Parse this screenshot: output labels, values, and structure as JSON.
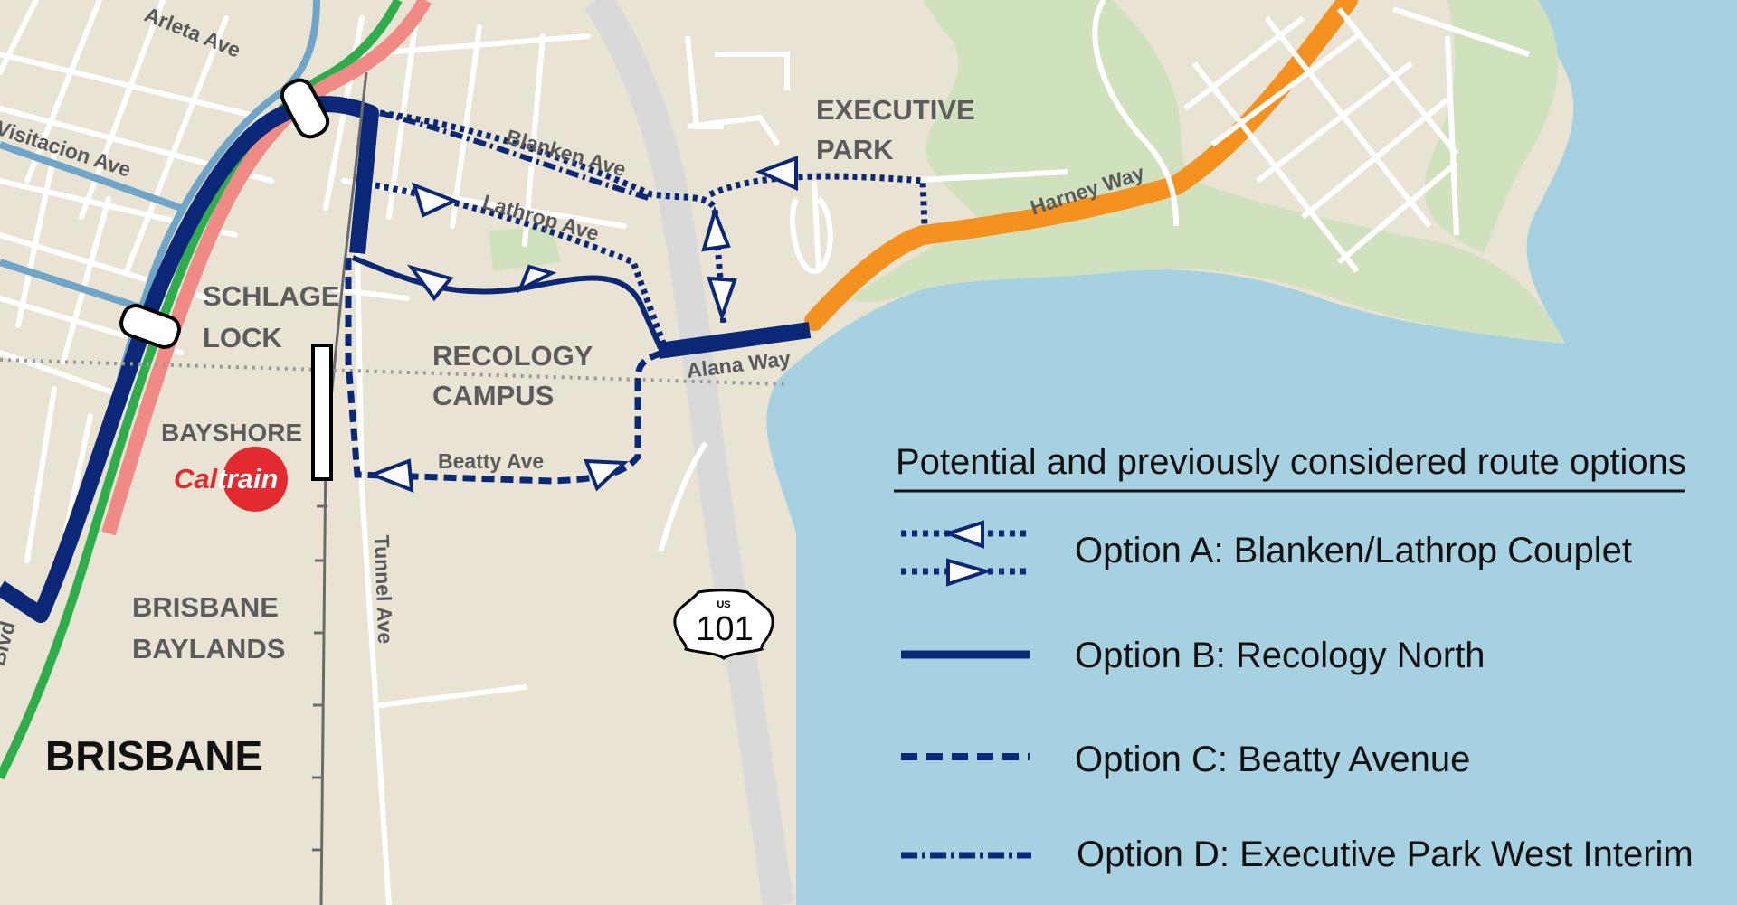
{
  "streets": {
    "arleta": "Arleta Ave",
    "visitacion": "Visitacion Ave",
    "blanken": "Blanken Ave",
    "lathrop": "Lathrop Ave",
    "harney": "Harney Way",
    "alana": "Alana Way",
    "beatty": "Beatty Ave",
    "tunnel": "Tunnel Ave",
    "blvd": "Blvd"
  },
  "places": {
    "executive_park_1": "EXECUTIVE",
    "executive_park_2": "PARK",
    "schlage_1": "SCHLAGE",
    "schlage_2": "LOCK",
    "recology_1": "RECOLOGY",
    "recology_2": "CAMPUS",
    "bayshore": "BAYSHORE",
    "baylands_1": "BRISBANE",
    "baylands_2": "BAYLANDS",
    "city": "BRISBANE"
  },
  "caltrain": {
    "part1": "Cal",
    "part2": "train"
  },
  "highway": {
    "top": "US",
    "number": "101"
  },
  "legend": {
    "title": "Potential and previously considered route options",
    "items": [
      {
        "label": "Option A: Blanken/Lathrop Couplet"
      },
      {
        "label": "Option B: Recology North"
      },
      {
        "label": "Option C: Beatty Avenue"
      },
      {
        "label": "Option D: Executive Park West Interim"
      }
    ]
  },
  "colors": {
    "land": "#e9e3d3",
    "water": "#a6d1e1",
    "park": "#cfe2bd",
    "route_navy": "#0b2878",
    "route_orange": "#f5921f",
    "route_red": "#f08a85",
    "route_green": "#2ead4b",
    "route_lightblue": "#6ea5c9",
    "freeway_gray": "#d9d9d9",
    "caltrain_red": "#e32b2f"
  }
}
